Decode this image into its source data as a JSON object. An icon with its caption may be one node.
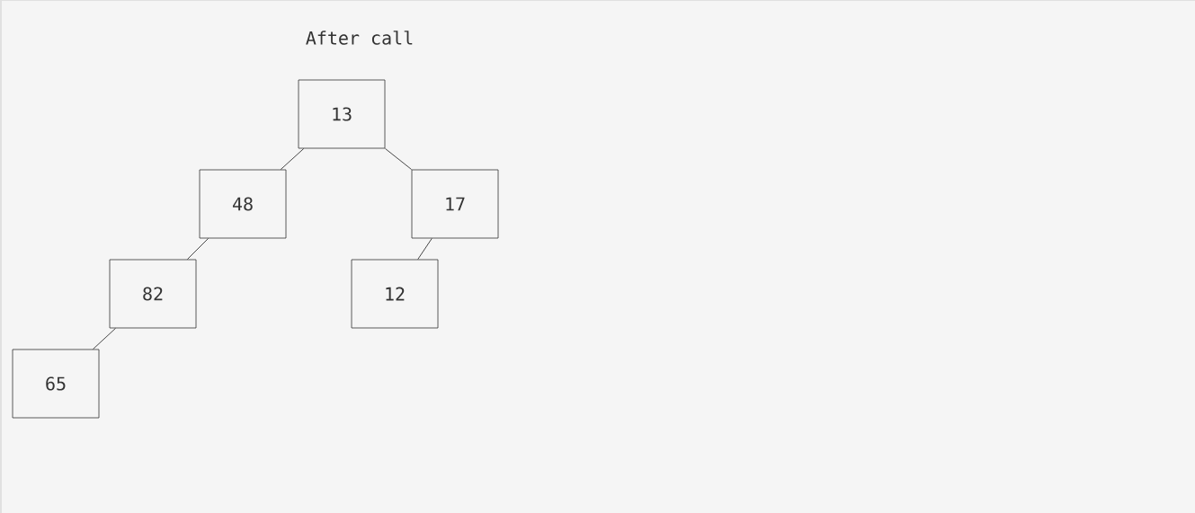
{
  "diagram": {
    "title": "After call",
    "nodes": [
      {
        "text": [
          "13"
        ]
      },
      {
        "text": [
          "48"
        ]
      },
      {
        "text": [
          "17"
        ]
      },
      {
        "text": [
          "82"
        ]
      },
      {
        "text": [
          "12"
        ]
      },
      {
        "text": [
          "65"
        ]
      }
    ],
    "edges": [
      {
        "from": 0,
        "to": 1,
        "arrow": "none"
      },
      {
        "from": 0,
        "to": 2,
        "arrow": "none"
      },
      {
        "from": 1,
        "to": 3,
        "arrow": "none"
      },
      {
        "from": 2,
        "to": 4,
        "arrow": "none"
      },
      {
        "from": 3,
        "to": 5,
        "arrow": "none"
      }
    ]
  }
}
